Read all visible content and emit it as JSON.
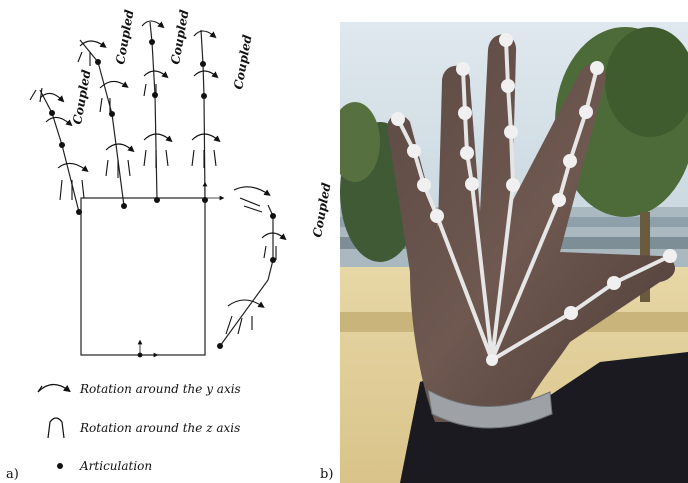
{
  "left_panel": {
    "panel_label": "a)",
    "coupled_labels": [
      "Coupled",
      "Coupled",
      "Coupled",
      "Coupled",
      "Coupled"
    ],
    "legend": {
      "rotation_y": "Rotation around the y axis",
      "rotation_z": "Rotation around the z axis",
      "articulation": "Articulation"
    }
  },
  "right_panel": {
    "panel_label": "b)"
  },
  "colors": {
    "skeleton_line": "#e6e6e6",
    "joint_dot": "#f0f0f0",
    "ink": "#111111"
  }
}
